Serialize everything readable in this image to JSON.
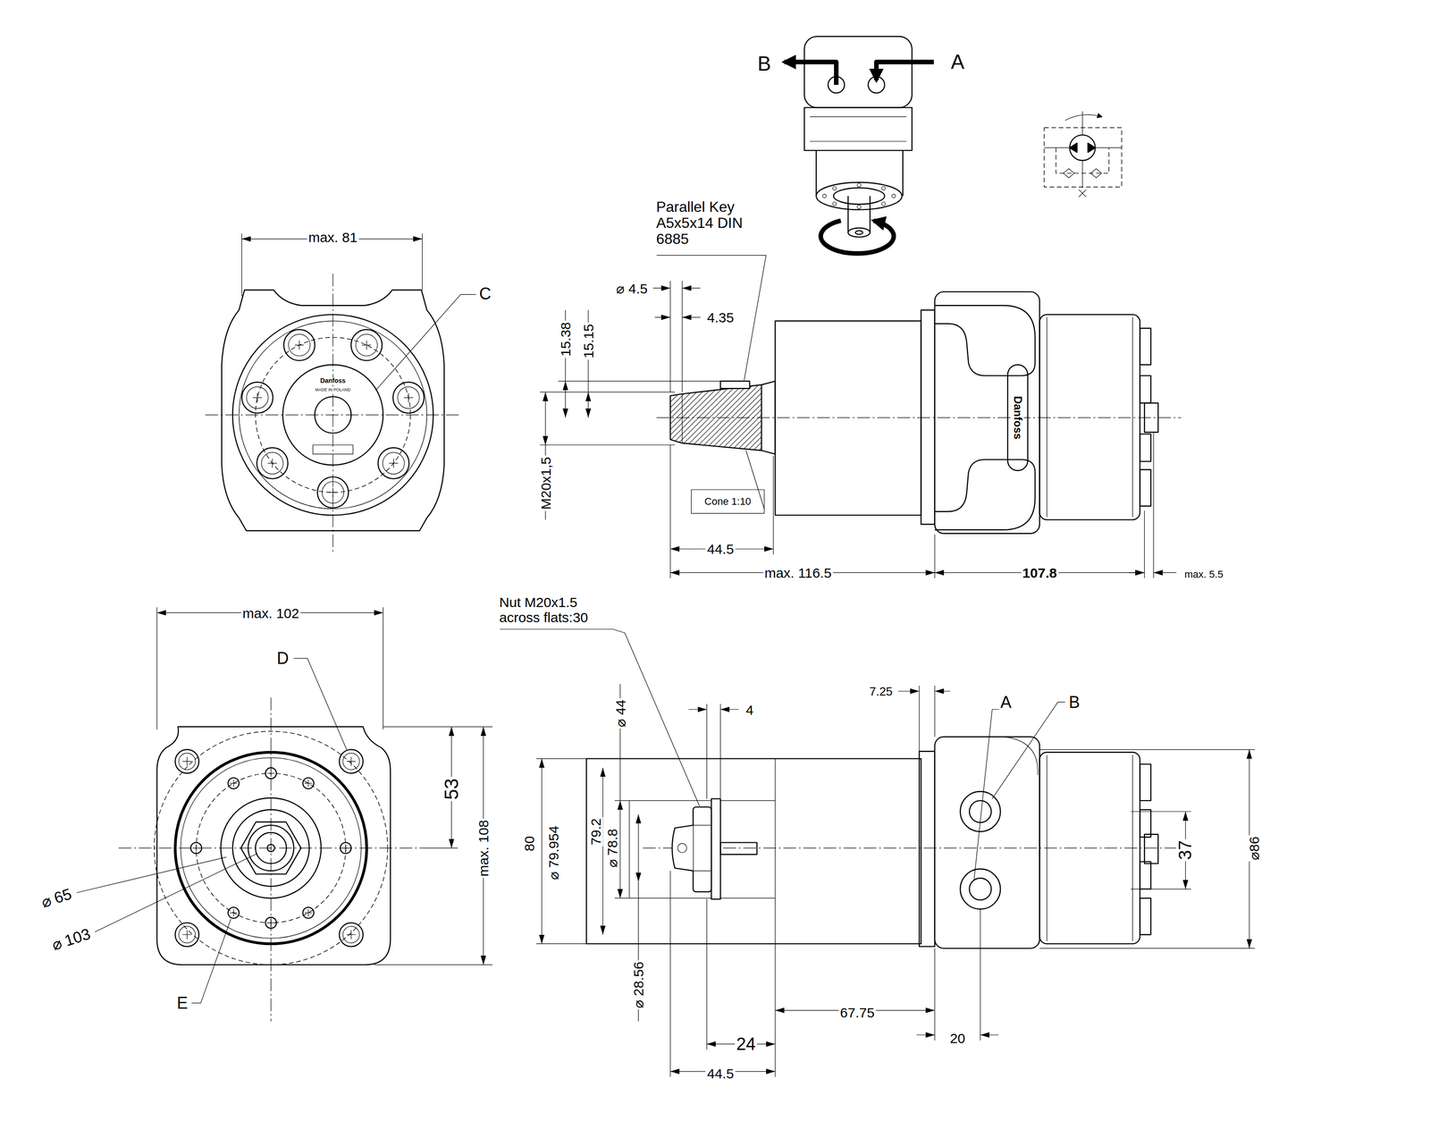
{
  "diagram": {
    "labels": [
      "B",
      "A",
      "Parallel Key A5x5x14 DIN 6885",
      "⌀ 4.5",
      "4.35",
      "15.38",
      "15.15",
      "M20x1,5",
      "Cone 1:10",
      "44.5",
      "max. 116.5",
      "107.8",
      "max. 5.5",
      "Danfoss",
      "max. 81",
      "C",
      "Danfoss",
      "MADE IN POLAND",
      "max. 102",
      "D",
      "53",
      "max. 108",
      "⌀ 65",
      "⌀ 103",
      "E",
      "Nut M20x1.5 across flats:30",
      "⌀ 44",
      "4",
      "80",
      "⌀ 79.954",
      "79.2",
      "⌀ 78.8",
      "⌀ 28.56",
      "24",
      "44.5",
      "67.75",
      "7.25",
      "A",
      "B",
      "37",
      "⌀86",
      "20"
    ]
  }
}
